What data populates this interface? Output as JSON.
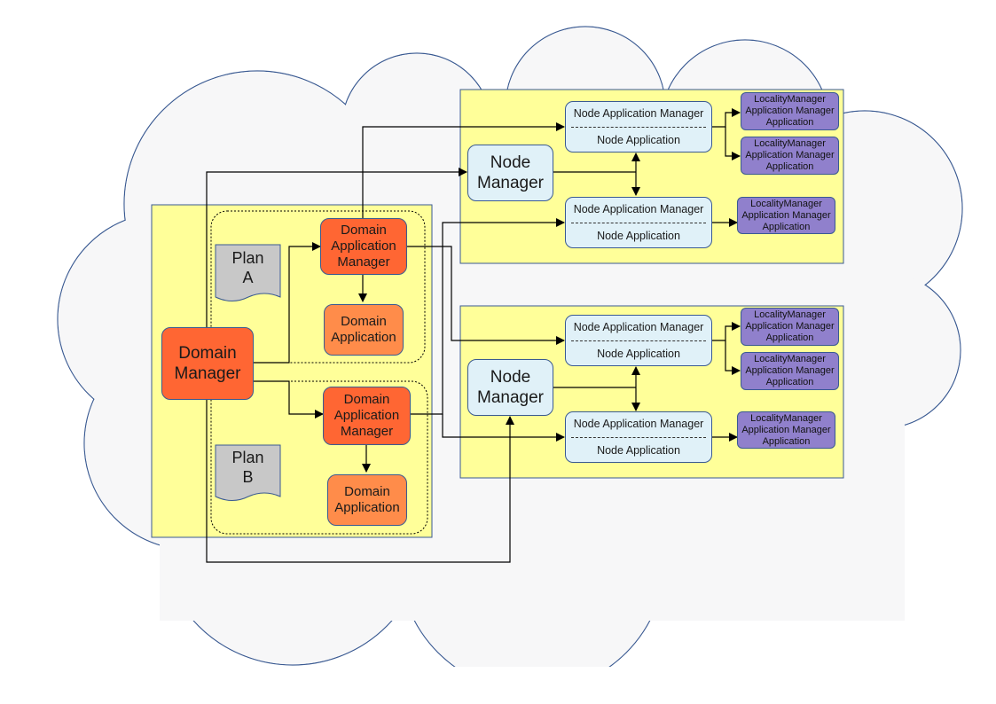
{
  "domain_manager": {
    "line1": "Domain",
    "line2": "Manager"
  },
  "plans": [
    {
      "line1": "Plan",
      "line2": "A"
    },
    {
      "line1": "Plan",
      "line2": "B"
    }
  ],
  "domain_app_managers": [
    {
      "line1": "Domain",
      "line2": "Application",
      "line3": "Manager"
    },
    {
      "line1": "Domain",
      "line2": "Application",
      "line3": "Manager"
    }
  ],
  "domain_apps": [
    {
      "line1": "Domain",
      "line2": "Application"
    },
    {
      "line1": "Domain",
      "line2": "Application"
    }
  ],
  "node_managers": [
    {
      "line1": "Node",
      "line2": "Manager"
    },
    {
      "line1": "Node",
      "line2": "Manager"
    }
  ],
  "node_app_managers": [
    {
      "top": "Node Application Manager",
      "bottom": "Node Application"
    },
    {
      "top": "Node Application Manager",
      "bottom": "Node Application"
    },
    {
      "top": "Node Application Manager",
      "bottom": "Node Application"
    },
    {
      "top": "Node Application Manager",
      "bottom": "Node Application"
    }
  ],
  "locality_managers": [
    {
      "line1": "LocalityManager",
      "line2": "Application Manager",
      "line3": "Application"
    },
    {
      "line1": "LocalityManager",
      "line2": "Application Manager",
      "line3": "Application"
    },
    {
      "line1": "LocalityManager",
      "line2": "Application Manager",
      "line3": "Application"
    },
    {
      "line1": "LocalityManager",
      "line2": "Application Manager",
      "line3": "Application"
    },
    {
      "line1": "LocalityManager",
      "line2": "Application Manager",
      "line3": "Application"
    },
    {
      "line1": "LocalityManager",
      "line2": "Application Manager",
      "line3": "Application"
    }
  ],
  "colors": {
    "cloud_fill": "#f7f7f8",
    "cloud_stroke": "#3a5a92",
    "panel_fill": "#ffff99",
    "manager_fill": "#ff6633",
    "application_fill": "#ff8c4a",
    "node_fill": "#e0f1f8",
    "locality_fill": "#9080cc",
    "plan_fill": "#c8c8c8"
  }
}
